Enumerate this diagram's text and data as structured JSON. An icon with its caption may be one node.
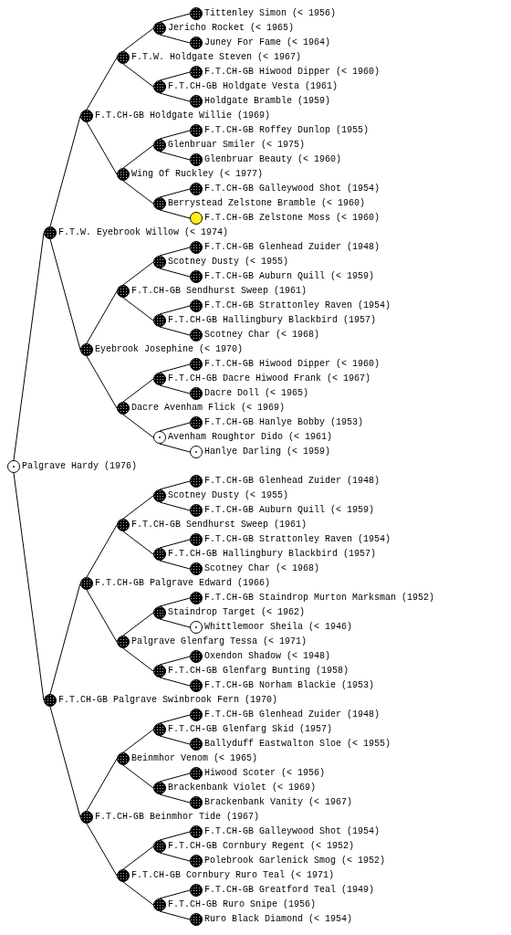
{
  "diagram": {
    "nodes": [
      {
        "text": [],
        "shape": "circle",
        "beside": [
          "Tittenley Simon (< 1956)"
        ]
      },
      {
        "text": [],
        "shape": "circle",
        "beside": [
          "Jericho Rocket (< 1965)"
        ]
      },
      {
        "text": [],
        "shape": "circle",
        "beside": [
          "Juney For Fame (< 1964)"
        ]
      },
      {
        "text": [],
        "shape": "circle",
        "beside": [
          "F.T.W. Holdgate Steven (< 1967)"
        ]
      },
      {
        "text": [],
        "shape": "circle",
        "beside": [
          "F.T.CH-GB Hiwood Dipper (< 1960)"
        ]
      },
      {
        "text": [],
        "shape": "circle",
        "beside": [
          "F.T.CH-GB Holdgate Vesta (1961)"
        ]
      },
      {
        "text": [],
        "shape": "circle",
        "beside": [
          "Holdgate Bramble (1959)"
        ]
      },
      {
        "text": [],
        "shape": "circle",
        "beside": [
          "F.T.CH-GB Holdgate Willie (1969)"
        ]
      },
      {
        "text": [],
        "shape": "circle",
        "beside": [
          "F.T.CH-GB Roffey Dunlop (1955)"
        ]
      },
      {
        "text": [],
        "shape": "circle",
        "beside": [
          "Glenbruar Smiler (< 1975)"
        ]
      },
      {
        "text": [],
        "shape": "circle",
        "beside": [
          "Glenbruar Beauty (< 1960)"
        ]
      },
      {
        "text": [],
        "shape": "circle",
        "beside": [
          "Wing Of Ruckley (< 1977)"
        ]
      },
      {
        "text": [],
        "shape": "circle",
        "beside": [
          "F.T.CH-GB Galleywood Shot (1954)"
        ]
      },
      {
        "text": [],
        "shape": "circle",
        "beside": [
          "Berrystead Zelstone Bramble (< 1960)"
        ]
      },
      {
        "text": [],
        "shape": "circle",
        "beside": [
          "F.T.CH-GB Zelstone Moss (< 1960)"
        ]
      },
      {
        "text": [],
        "shape": "circle",
        "beside": [
          "F.T.W. Eyebrook Willow (< 1974)"
        ]
      },
      {
        "text": [],
        "shape": "circle",
        "beside": [
          "F.T.CH-GB Glenhead Zuider (1948)"
        ]
      },
      {
        "text": [],
        "shape": "circle",
        "beside": [
          "Scotney Dusty (< 1955)"
        ]
      },
      {
        "text": [],
        "shape": "circle",
        "beside": [
          "F.T.CH-GB Auburn Quill (< 1959)"
        ]
      },
      {
        "text": [],
        "shape": "circle",
        "beside": [
          "F.T.CH-GB Sendhurst Sweep (1961)"
        ]
      },
      {
        "text": [],
        "shape": "circle",
        "beside": [
          "F.T.CH-GB Strattonley Raven (1954)"
        ]
      },
      {
        "text": [],
        "shape": "circle",
        "beside": [
          "F.T.CH-GB Hallingbury Blackbird (1957)"
        ]
      },
      {
        "text": [],
        "shape": "circle",
        "beside": [
          "Scotney Char (< 1968)"
        ]
      },
      {
        "text": [],
        "shape": "circle",
        "beside": [
          "Eyebrook Josephine (< 1970)"
        ]
      },
      {
        "text": [],
        "shape": "circle",
        "beside": [
          "F.T.CH-GB Hiwood Dipper (< 1960)"
        ]
      },
      {
        "text": [],
        "shape": "circle",
        "beside": [
          "F.T.CH-GB Dacre Hiwood Frank (< 1967)"
        ]
      },
      {
        "text": [],
        "shape": "circle",
        "beside": [
          "Dacre Doll (< 1965)"
        ]
      },
      {
        "text": [],
        "shape": "circle",
        "beside": [
          "Dacre Avenham Flick (< 1969)"
        ]
      },
      {
        "text": [],
        "shape": "circle",
        "beside": [
          "F.T.CH-GB Hanlye Bobby (1953)"
        ]
      },
      {
        "text": [],
        "shape": "circle",
        "beside": [
          "Avenham Roughtor Dido (< 1961)"
        ]
      },
      {
        "text": [],
        "shape": "circle",
        "beside": [
          "Hanlye Darling (< 1959)"
        ]
      },
      {
        "text": [],
        "shape": "circle",
        "beside": [
          "Palgrave Hardy (1976)"
        ]
      },
      {
        "text": [],
        "shape": "circle",
        "beside": [
          "F.T.CH-GB Glenhead Zuider (1948)"
        ]
      },
      {
        "text": [],
        "shape": "circle",
        "beside": [
          "Scotney Dusty (< 1955)"
        ]
      },
      {
        "text": [],
        "shape": "circle",
        "beside": [
          "F.T.CH-GB Auburn Quill (< 1959)"
        ]
      },
      {
        "text": [],
        "shape": "circle",
        "beside": [
          "F.T.CH-GB Sendhurst Sweep (1961)"
        ]
      },
      {
        "text": [],
        "shape": "circle",
        "beside": [
          "F.T.CH-GB Strattonley Raven (1954)"
        ]
      },
      {
        "text": [],
        "shape": "circle",
        "beside": [
          "F.T.CH-GB Hallingbury Blackbird (1957)"
        ]
      },
      {
        "text": [],
        "shape": "circle",
        "beside": [
          "Scotney Char (< 1968)"
        ]
      },
      {
        "text": [],
        "shape": "circle",
        "beside": [
          "F.T.CH-GB Palgrave Edward (1966)"
        ]
      },
      {
        "text": [],
        "shape": "circle",
        "beside": [
          "F.T.CH-GB Staindrop Murton Marksman (1952)"
        ]
      },
      {
        "text": [],
        "shape": "circle",
        "beside": [
          "Staindrop Target (< 1962)"
        ]
      },
      {
        "text": [],
        "shape": "circle",
        "beside": [
          "Whittlemoor Sheila (< 1946)"
        ]
      },
      {
        "text": [],
        "shape": "circle",
        "beside": [
          "Palgrave Glenfarg Tessa (< 1971)"
        ]
      },
      {
        "text": [],
        "shape": "circle",
        "beside": [
          "Oxendon Shadow (< 1948)"
        ]
      },
      {
        "text": [],
        "shape": "circle",
        "beside": [
          "F.T.CH-GB Glenfarg Bunting (1958)"
        ]
      },
      {
        "text": [],
        "shape": "circle",
        "beside": [
          "F.T.CH-GB Norham Blackie (1953)"
        ]
      },
      {
        "text": [],
        "shape": "circle",
        "beside": [
          "F.T.CH-GB Palgrave Swinbrook Fern (1970)"
        ]
      },
      {
        "text": [],
        "shape": "circle",
        "beside": [
          "F.T.CH-GB Glenhead Zuider (1948)"
        ]
      },
      {
        "text": [],
        "shape": "circle",
        "beside": [
          "F.T.CH-GB Glenfarg Skid (1957)"
        ]
      },
      {
        "text": [],
        "shape": "circle",
        "beside": [
          "Ballyduff Eastwalton Sloe (< 1955)"
        ]
      },
      {
        "text": [],
        "shape": "circle",
        "beside": [
          "Beinmhor Venom (< 1965)"
        ]
      },
      {
        "text": [],
        "shape": "circle",
        "beside": [
          "Hiwood Scoter (< 1956)"
        ]
      },
      {
        "text": [],
        "shape": "circle",
        "beside": [
          "Brackenbank Violet (< 1969)"
        ]
      },
      {
        "text": [],
        "shape": "circle",
        "beside": [
          "Brackenbank Vanity (< 1967)"
        ]
      },
      {
        "text": [],
        "shape": "circle",
        "beside": [
          "F.T.CH-GB Beinmhor Tide (1967)"
        ]
      },
      {
        "text": [],
        "shape": "circle",
        "beside": [
          "F.T.CH-GB Galleywood Shot (1954)"
        ]
      },
      {
        "text": [],
        "shape": "circle",
        "beside": [
          "F.T.CH-GB Cornbury Regent (< 1952)"
        ]
      },
      {
        "text": [],
        "shape": "circle",
        "beside": [
          "Polebrook Garlenick Smog (< 1952)"
        ]
      },
      {
        "text": [],
        "shape": "circle",
        "beside": [
          "F.T.CH-GB Cornbury Ruro Teal (< 1971)"
        ]
      },
      {
        "text": [],
        "shape": "circle",
        "beside": [
          "F.T.CH-GB Greatford Teal (1949)"
        ]
      },
      {
        "text": [],
        "shape": "circle",
        "beside": [
          "F.T.CH-GB Ruro Snipe (1956)"
        ]
      },
      {
        "text": [],
        "shape": "circle",
        "beside": [
          "Ruro Black Diamond (< 1954)"
        ]
      }
    ],
    "edges": [
      {
        "from": 1,
        "to": 0,
        "arrow": "none"
      },
      {
        "from": 1,
        "to": 2,
        "arrow": "none"
      },
      {
        "from": 3,
        "to": 1,
        "arrow": "none"
      },
      {
        "from": 3,
        "to": 5,
        "arrow": "none"
      },
      {
        "from": 5,
        "to": 4,
        "arrow": "none"
      },
      {
        "from": 5,
        "to": 6,
        "arrow": "none"
      },
      {
        "from": 7,
        "to": 3,
        "arrow": "none"
      },
      {
        "from": 7,
        "to": 11,
        "arrow": "none"
      },
      {
        "from": 9,
        "to": 8,
        "arrow": "none"
      },
      {
        "from": 9,
        "to": 10,
        "arrow": "none"
      },
      {
        "from": 11,
        "to": 9,
        "arrow": "none"
      },
      {
        "from": 11,
        "to": 13,
        "arrow": "none"
      },
      {
        "from": 13,
        "to": 12,
        "arrow": "none"
      },
      {
        "from": 13,
        "to": 14,
        "arrow": "none"
      },
      {
        "from": 15,
        "to": 7,
        "arrow": "none"
      },
      {
        "from": 15,
        "to": 23,
        "arrow": "none"
      },
      {
        "from": 17,
        "to": 16,
        "arrow": "none"
      },
      {
        "from": 17,
        "to": 18,
        "arrow": "none"
      },
      {
        "from": 19,
        "to": 17,
        "arrow": "none"
      },
      {
        "from": 19,
        "to": 21,
        "arrow": "none"
      },
      {
        "from": 21,
        "to": 20,
        "arrow": "none"
      },
      {
        "from": 21,
        "to": 22,
        "arrow": "none"
      },
      {
        "from": 23,
        "to": 19,
        "arrow": "none"
      },
      {
        "from": 23,
        "to": 27,
        "arrow": "none"
      },
      {
        "from": 25,
        "to": 24,
        "arrow": "none"
      },
      {
        "from": 25,
        "to": 26,
        "arrow": "none"
      },
      {
        "from": 27,
        "to": 25,
        "arrow": "none"
      },
      {
        "from": 27,
        "to": 29,
        "arrow": "none"
      },
      {
        "from": 29,
        "to": 28,
        "arrow": "none"
      },
      {
        "from": 29,
        "to": 30,
        "arrow": "none"
      },
      {
        "from": 31,
        "to": 15,
        "arrow": "none"
      },
      {
        "from": 31,
        "to": 47,
        "arrow": "none"
      },
      {
        "from": 33,
        "to": 32,
        "arrow": "none"
      },
      {
        "from": 33,
        "to": 34,
        "arrow": "none"
      },
      {
        "from": 35,
        "to": 33,
        "arrow": "none"
      },
      {
        "from": 35,
        "to": 37,
        "arrow": "none"
      },
      {
        "from": 37,
        "to": 36,
        "arrow": "none"
      },
      {
        "from": 37,
        "to": 38,
        "arrow": "none"
      },
      {
        "from": 39,
        "to": 35,
        "arrow": "none"
      },
      {
        "from": 39,
        "to": 43,
        "arrow": "none"
      },
      {
        "from": 41,
        "to": 40,
        "arrow": "none"
      },
      {
        "from": 41,
        "to": 42,
        "arrow": "none"
      },
      {
        "from": 43,
        "to": 41,
        "arrow": "none"
      },
      {
        "from": 43,
        "to": 45,
        "arrow": "none"
      },
      {
        "from": 45,
        "to": 44,
        "arrow": "none"
      },
      {
        "from": 45,
        "to": 46,
        "arrow": "none"
      },
      {
        "from": 47,
        "to": 39,
        "arrow": "none"
      },
      {
        "from": 47,
        "to": 55,
        "arrow": "none"
      },
      {
        "from": 49,
        "to": 48,
        "arrow": "none"
      },
      {
        "from": 49,
        "to": 50,
        "arrow": "none"
      },
      {
        "from": 51,
        "to": 49,
        "arrow": "none"
      },
      {
        "from": 51,
        "to": 53,
        "arrow": "none"
      },
      {
        "from": 53,
        "to": 52,
        "arrow": "none"
      },
      {
        "from": 53,
        "to": 54,
        "arrow": "none"
      },
      {
        "from": 55,
        "to": 51,
        "arrow": "none"
      },
      {
        "from": 55,
        "to": 59,
        "arrow": "none"
      },
      {
        "from": 57,
        "to": 56,
        "arrow": "none"
      },
      {
        "from": 57,
        "to": 58,
        "arrow": "none"
      },
      {
        "from": 59,
        "to": 57,
        "arrow": "none"
      },
      {
        "from": 59,
        "to": 61,
        "arrow": "none"
      },
      {
        "from": 61,
        "to": 60,
        "arrow": "none"
      },
      {
        "from": 61,
        "to": 62,
        "arrow": "none"
      }
    ]
  }
}
